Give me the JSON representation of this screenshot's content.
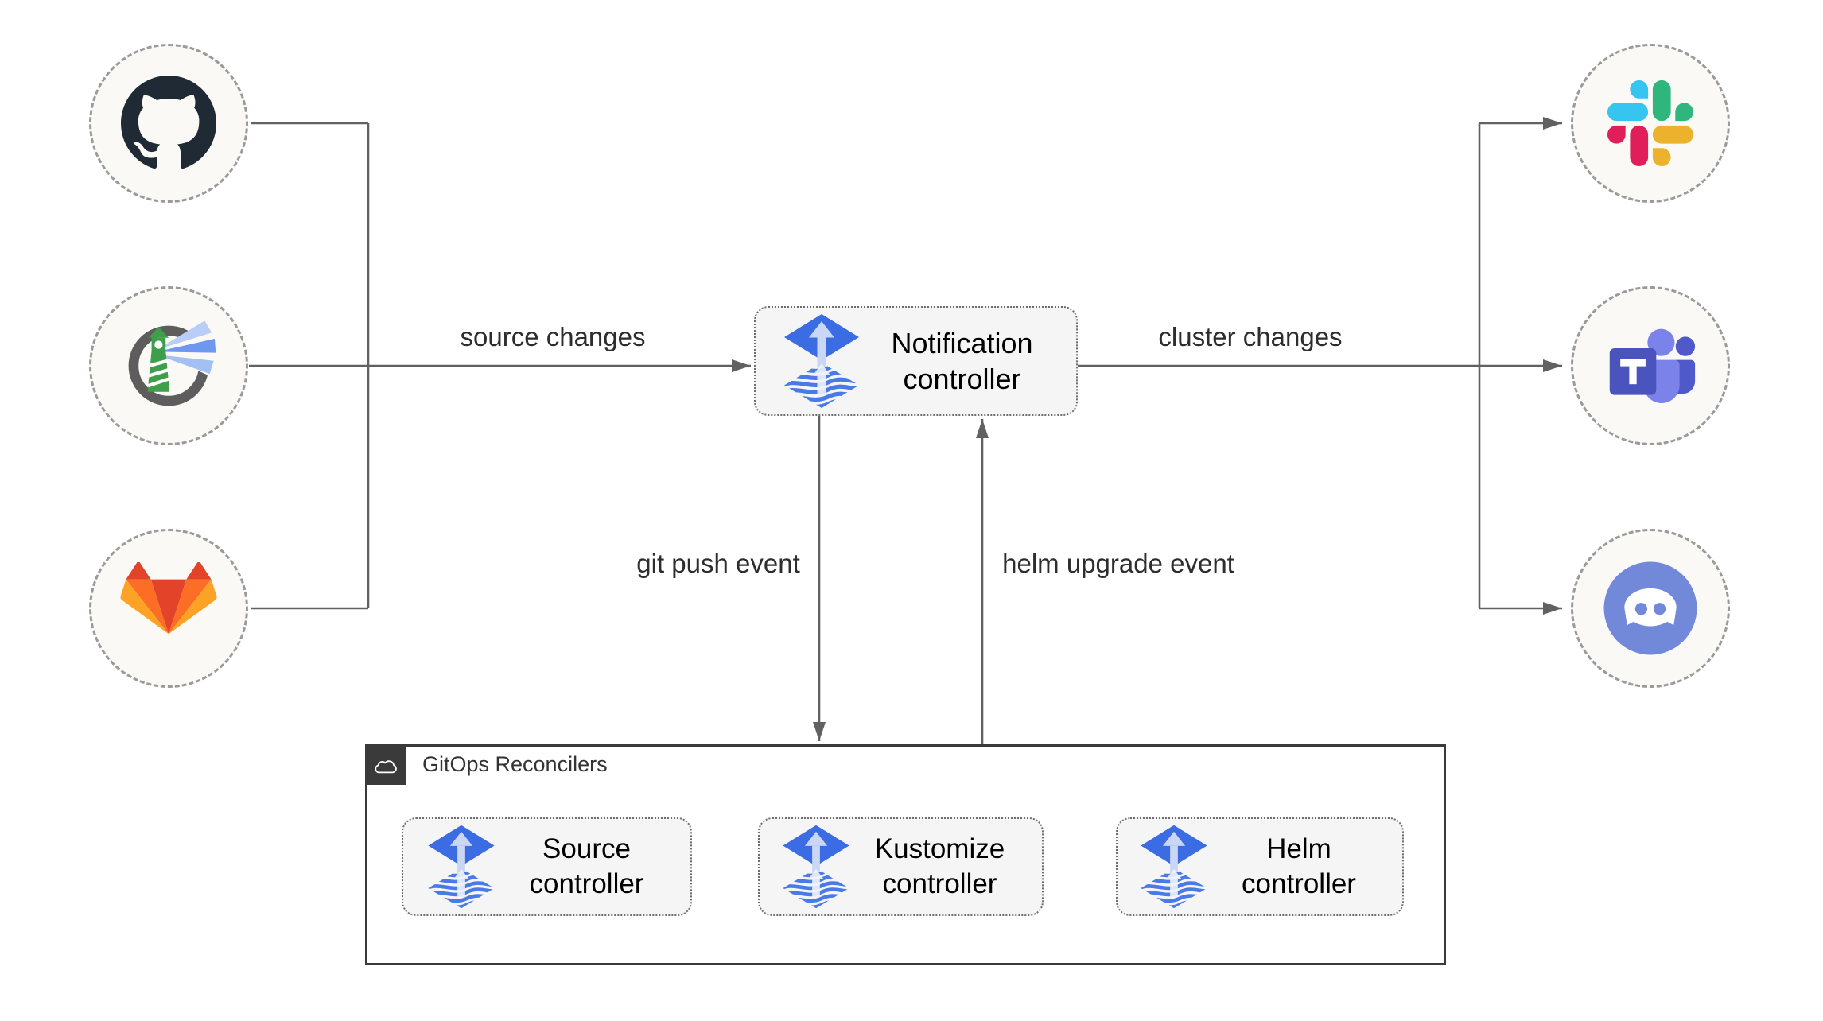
{
  "diagram": {
    "title": "Flux notification controller flow",
    "sources": [
      {
        "name": "github",
        "icon": "github-icon"
      },
      {
        "name": "harbor",
        "icon": "harbor-icon"
      },
      {
        "name": "gitlab",
        "icon": "gitlab-icon"
      }
    ],
    "alert_targets": [
      {
        "name": "slack",
        "icon": "slack-icon"
      },
      {
        "name": "teams",
        "icon": "teams-icon"
      },
      {
        "name": "discord",
        "icon": "discord-icon"
      }
    ],
    "nodes": {
      "notification_controller": {
        "label": "Notification controller",
        "icon": "flux-icon"
      },
      "source_controller": {
        "label": "Source controller",
        "icon": "flux-icon"
      },
      "kustomize_controller": {
        "label": "Kustomize controller",
        "icon": "flux-icon"
      },
      "helm_controller": {
        "label": "Helm controller",
        "icon": "flux-icon"
      }
    },
    "groups": {
      "gitops_reconcilers": {
        "label": "GitOps Reconcilers",
        "icon": "cloud-icon"
      }
    },
    "edges": {
      "source_changes": {
        "label": "source changes"
      },
      "cluster_changes": {
        "label": "cluster changes"
      },
      "git_push": {
        "label": "git push event"
      },
      "helm_upgrade": {
        "label": "helm upgrade event"
      }
    },
    "colors": {
      "flux_blue": "#3b6ce4",
      "flux_arrow_light": "#c9d6f4",
      "line_gray": "#616161",
      "node_fill": "#f5f5f5",
      "node_border": "#6e6e6e",
      "circle_fill": "#faf9f5",
      "circle_border": "#9a9a9a",
      "container_border": "#3a3a3a",
      "github_dark": "#1f2a35",
      "gitlab_red": "#e24329",
      "gitlab_orange": "#fc6d26",
      "gitlab_light_orange": "#fca326",
      "harbor_green": "#3f9e49",
      "harbor_ring_gray": "#5d5d5d",
      "slack_blue": "#36C5F0",
      "slack_green": "#2EB67D",
      "slack_yellow": "#ECB22E",
      "slack_red": "#E01E5A",
      "teams_purple": "#4b53bc",
      "teams_light_purple": "#7b83eb",
      "teams_mid_purple": "#5059c9",
      "discord_blurple": "#7289da"
    }
  }
}
